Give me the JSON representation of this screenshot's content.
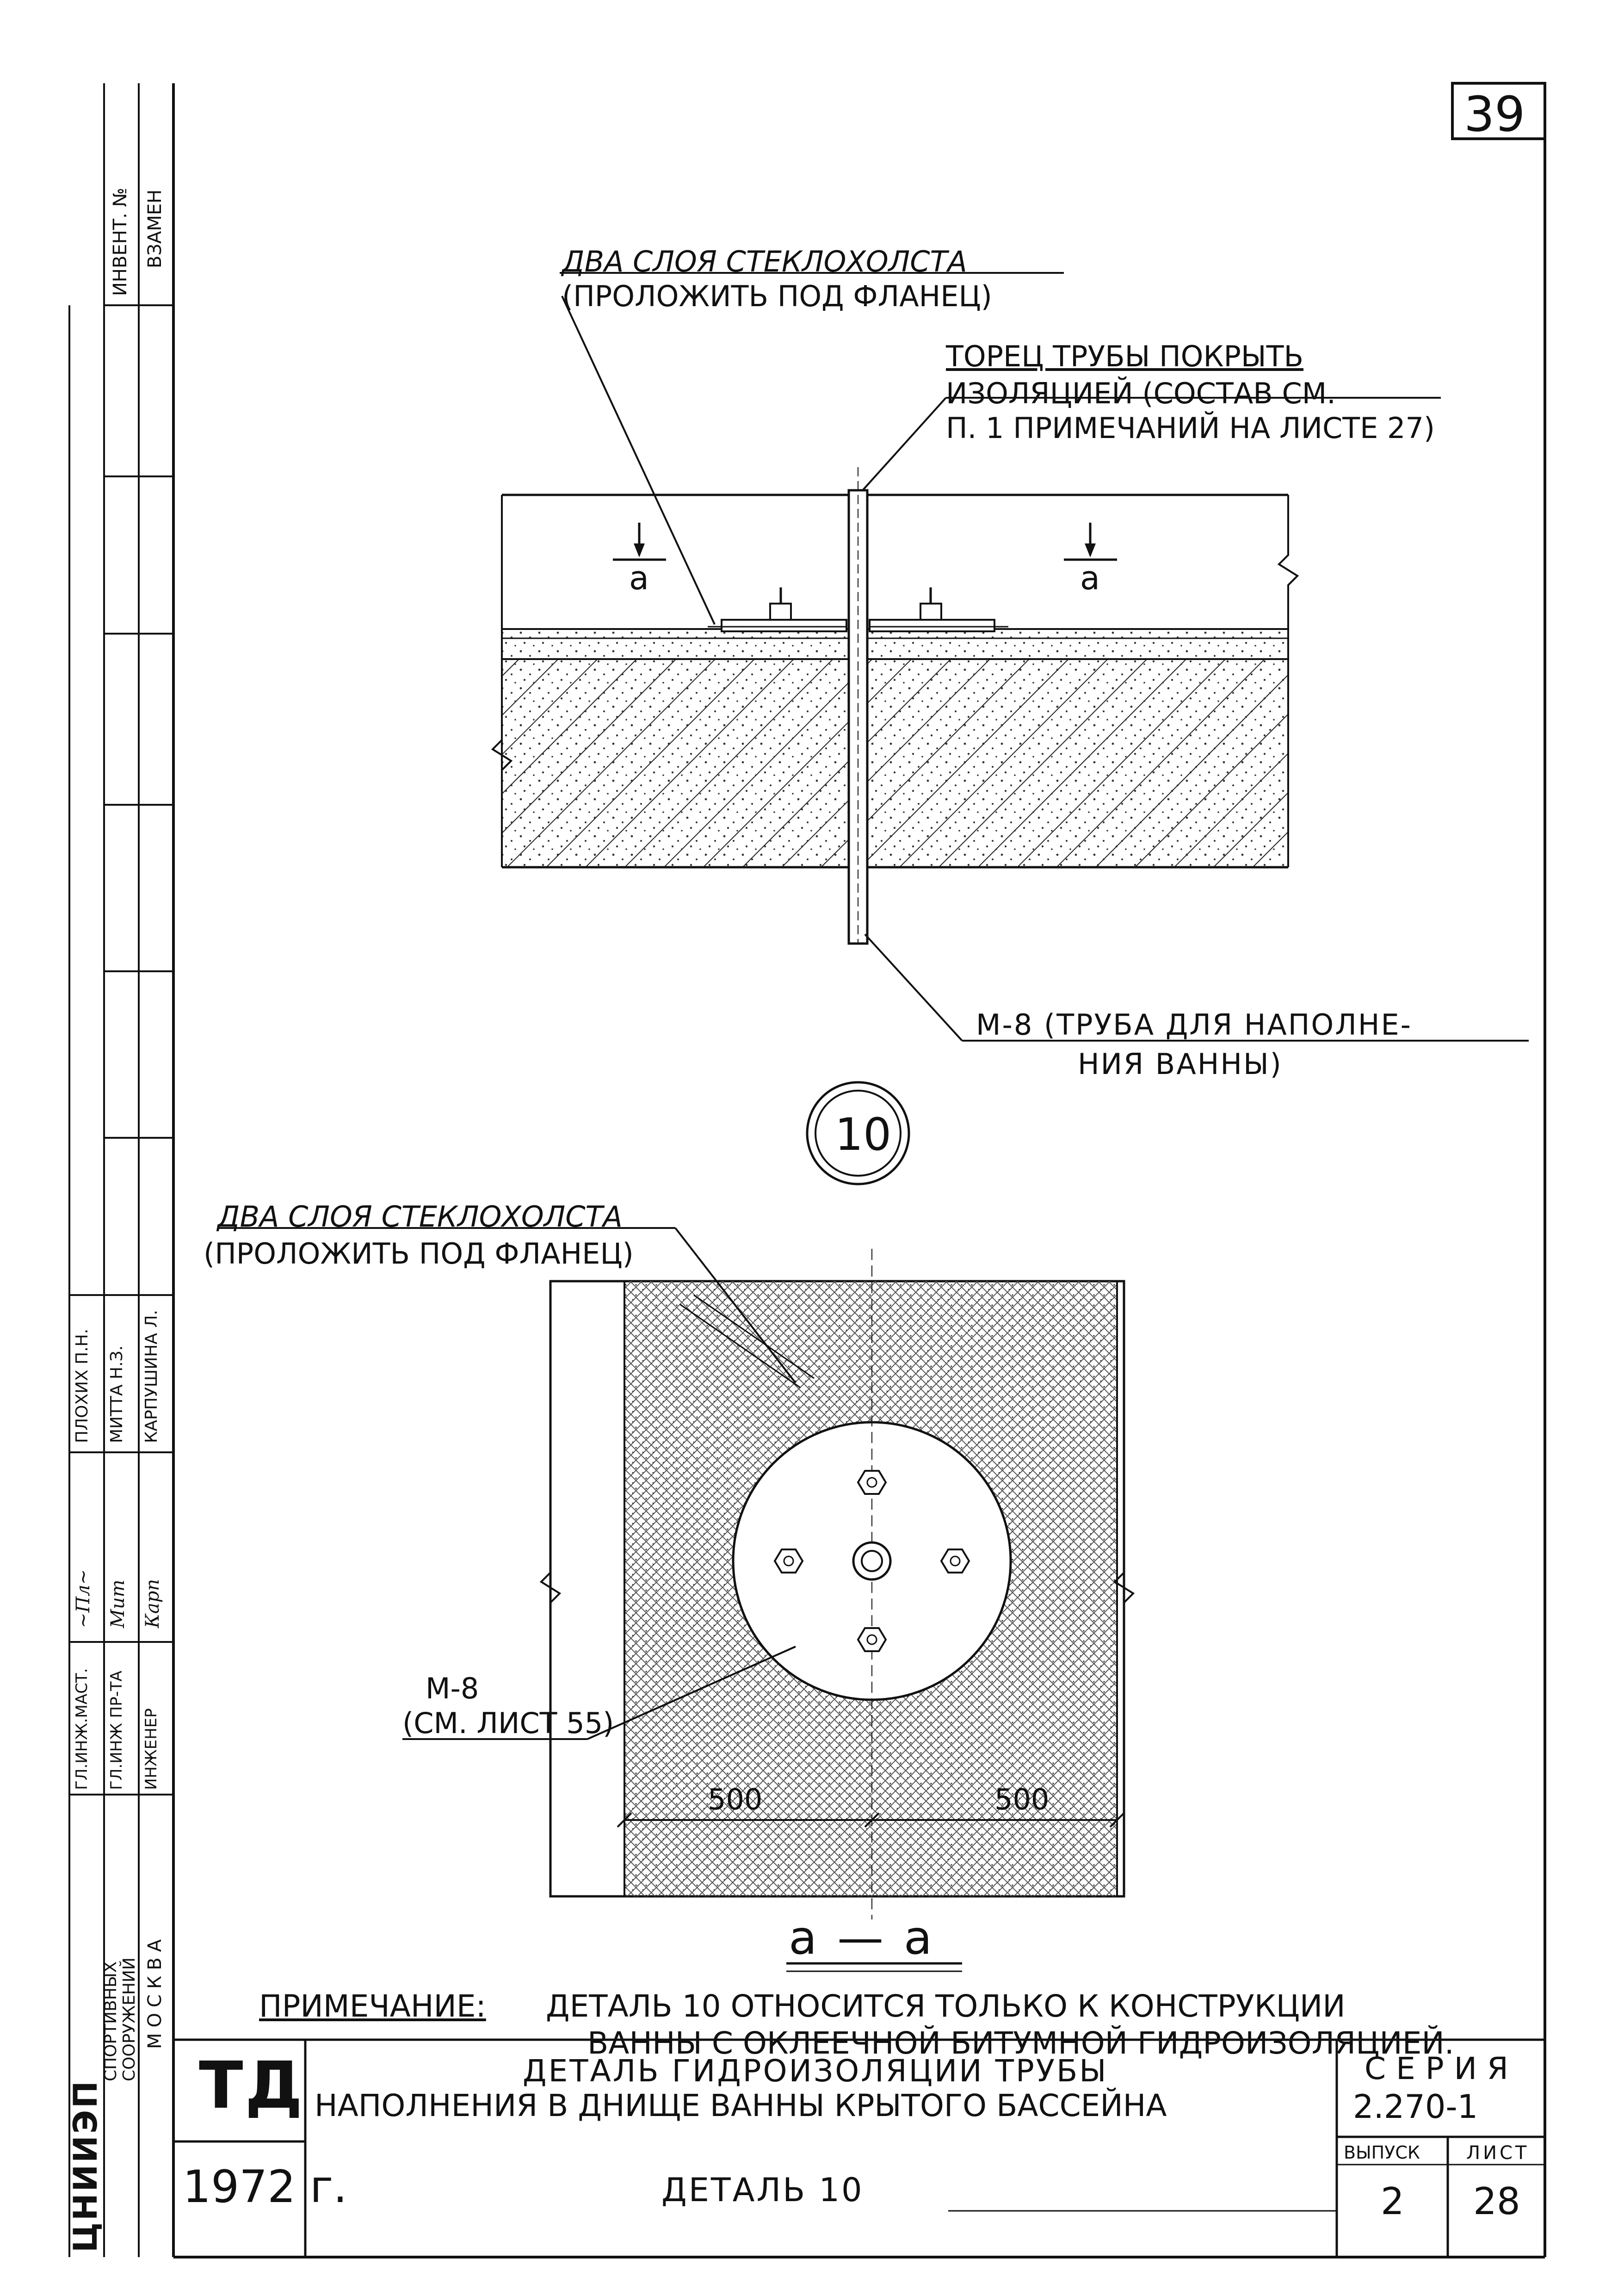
{
  "sheet_number": "39",
  "side_stamp": {
    "invent_label": "ИНВЕНТ. №",
    "instead_label": "ВЗАМЕН",
    "roles": [
      "ГЛ.ИНЖ.МАСТ.",
      "ГЛ.ИНЖ ПР-ТА",
      "ИНЖЕНЕР"
    ],
    "names": [
      "ПЛОХИХ П.Н.",
      "МИТТА Н.З.",
      "КАРПУШИНА Л."
    ],
    "org_name": "ЦНИИЭП",
    "org_line1": "СПОРТИВНЫХ",
    "org_line2": "СООРУЖЕНИЙ",
    "city": "МОСКВА"
  },
  "section_view": {
    "label_glass_line1": "ДВА СЛОЯ СТЕКЛОХОЛСТА",
    "label_glass_line2": "(ПРОЛОЖИТЬ ПОД ФЛАНЕЦ)",
    "label_end_line1": "ТОРЕЦ ТРУБЫ ПОКРЫТЬ",
    "label_end_line2": "ИЗОЛЯЦИЕЙ (СОСТАВ СМ.",
    "label_end_line3": "П. 1 ПРИМЕЧАНИЙ НА ЛИСТЕ 27)",
    "cut_mark_left": "а",
    "cut_mark_right": "а",
    "label_pipe_line1": "М-8 (ТРУБА ДЛЯ НАПОЛНЕ-",
    "label_pipe_line2": "НИЯ ВАННЫ)",
    "detail_number": "10"
  },
  "plan_view": {
    "label_glass_line1": "ДВА СЛОЯ СТЕКЛОХОЛСТА",
    "label_glass_line2": "(ПРОЛОЖИТЬ ПОД ФЛАНЕЦ)",
    "label_m8_line1": "М-8",
    "label_m8_line2": "(СМ. ЛИСТ 55)",
    "dim_left": "500",
    "dim_right": "500",
    "section_title": "а — а"
  },
  "note": {
    "label": "ПРИМЕЧАНИЕ:",
    "line1": "ДЕТАЛЬ 10 ОТНОСИТСЯ ТОЛЬКО К КОНСТРУКЦИИ",
    "line2": "ВАННЫ С ОКЛЕЕЧНОЙ БИТУМНОЙ ГИДРОИЗОЛЯЦИЕЙ."
  },
  "title_block": {
    "logo": "ТД",
    "year": "1972 г.",
    "title_line1": "ДЕТАЛЬ ГИДРОИЗОЛЯЦИИ ТРУБЫ",
    "title_line2": "НАПОЛНЕНИЯ В ДНИЩЕ ВАННЫ КРЫТОГО БАССЕЙНА",
    "subtitle": "ДЕТАЛЬ 10",
    "series_label": "СЕРИЯ",
    "series_value": "2.270-1",
    "issue_label": "ВЫПУСК",
    "issue_value": "2",
    "sheet_label": "ЛИСТ",
    "sheet_value": "28"
  }
}
